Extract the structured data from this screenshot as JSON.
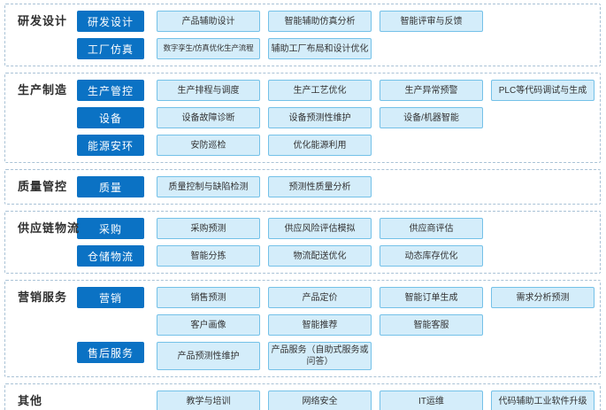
{
  "colors": {
    "chip_blue": "#0b72c4",
    "item_fill": "#d4edfa",
    "item_border": "#74c1e8",
    "section_dashed_border": "#a9c2d6",
    "chip_text": "#ffffff",
    "body_text": "#333333"
  },
  "sections": [
    {
      "label": "研发设计",
      "rows": [
        {
          "chip": "研发设计",
          "items": [
            "产品辅助设计",
            "智能辅助仿真分析",
            "智能评审与反馈"
          ]
        },
        {
          "chip": "工厂仿真",
          "items": [
            "数字孪生/仿真优化生产流程",
            "辅助工厂布局和设计优化"
          ]
        }
      ]
    },
    {
      "label": "生产制造",
      "rows": [
        {
          "chip": "生产管控",
          "items": [
            "生产排程与调度",
            "生产工艺优化",
            "生产异常预警",
            "PLC等代码调试与生成"
          ]
        },
        {
          "chip": "设备",
          "items": [
            "设备故障诊断",
            "设备预测性维护",
            "设备/机器智能"
          ]
        },
        {
          "chip": "能源安环",
          "items": [
            "安防巡检",
            "优化能源利用"
          ]
        }
      ]
    },
    {
      "label": "质量管控",
      "rows": [
        {
          "chip": "质量",
          "items": [
            "质量控制与缺陷检测",
            "预测性质量分析"
          ]
        }
      ]
    },
    {
      "label": "供应链物流",
      "rows": [
        {
          "chip": "采购",
          "items": [
            "采购预测",
            "供应风险评估模拟",
            "供应商评估"
          ]
        },
        {
          "chip": "仓储物流",
          "items": [
            "智能分拣",
            "物流配送优化",
            "动态库存优化"
          ]
        }
      ]
    },
    {
      "label": "营销服务",
      "rows": [
        {
          "chip": "营销",
          "items": [
            "销售预测",
            "产品定价",
            "智能订单生成",
            "需求分析预测"
          ]
        },
        {
          "chip": "",
          "items": [
            "客户画像",
            "智能推荐",
            "智能客服"
          ]
        },
        {
          "chip": "售后服务",
          "items": [
            "产品预测性维护",
            "产品服务（自助式服务或问答）"
          ]
        }
      ]
    },
    {
      "label": "其他",
      "rows": [
        {
          "chip": "",
          "items": [
            "教学与培训",
            "网络安全",
            "IT运维",
            "代码辅助工业软件升级"
          ]
        }
      ]
    }
  ]
}
